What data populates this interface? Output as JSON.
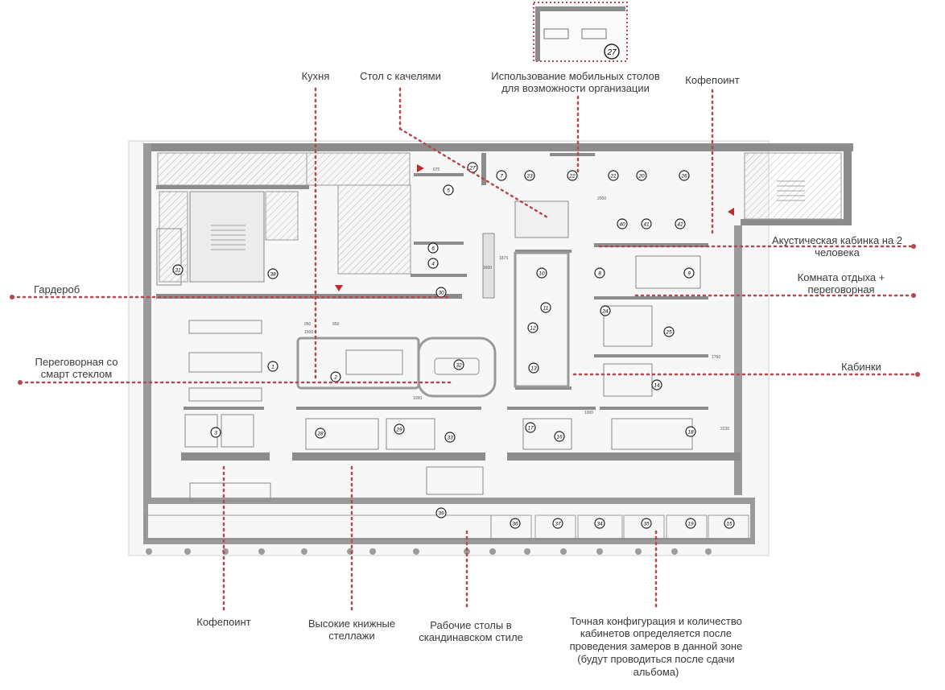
{
  "accent_color": "#b5484e",
  "wall_color": "#8c8c8c",
  "hatch_color": "#9a9a9a",
  "callouts": {
    "kitchen": "Кухня",
    "swing_table": "Стол с качелями",
    "mobile_desks_1": "Использование мобильных столов",
    "mobile_desks_2": "для возможности организации",
    "coffee_point_top": "Кофепоинт",
    "acoustic_cabin_1": "Акустическая кабинка на 2",
    "acoustic_cabin_2": "человека",
    "wardrobe": "Гардероб",
    "lounge_1": "Комната отдыха +",
    "lounge_2": "переговорная",
    "smart_glass_1": "Переговорная со",
    "smart_glass_2": "смарт стеклом",
    "cabins": "Кабинки",
    "coffee_point_bottom": "Кофепоинт",
    "shelves_1": "Высокие книжные",
    "shelves_2": "стеллажи",
    "scandi_1": "Рабочие столы в",
    "scandi_2": "скандинавском стиле",
    "config_1": "Точная конфигурация и количество",
    "config_2": "кабинетов определяется после",
    "config_3": "проведения замеров в данной зоне",
    "config_4": "(будут проводиться после сдачи",
    "config_5": "альбома)"
  },
  "room_numbers": [
    "27",
    "7",
    "23",
    "22",
    "21",
    "20",
    "26",
    "5",
    "6",
    "4",
    "30",
    "31",
    "38",
    "40",
    "41",
    "42",
    "8",
    "9",
    "1",
    "2",
    "32",
    "10",
    "24",
    "11",
    "12",
    "25",
    "13",
    "14",
    "16",
    "17",
    "18",
    "28",
    "29",
    "33",
    "39",
    "36",
    "37",
    "34",
    "35",
    "19",
    "15",
    "3"
  ],
  "dimension_labels": [
    "1500",
    "950",
    "950",
    "1000",
    "2000",
    "1875",
    "1750",
    "2235",
    "1000",
    "675",
    "1600"
  ]
}
